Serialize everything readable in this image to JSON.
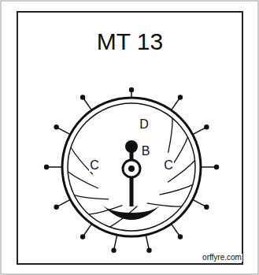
{
  "diagram": {
    "title": "MT 13",
    "labels": [
      "D",
      "B",
      "C",
      "C",
      "orffyre.com"
    ]
  }
}
